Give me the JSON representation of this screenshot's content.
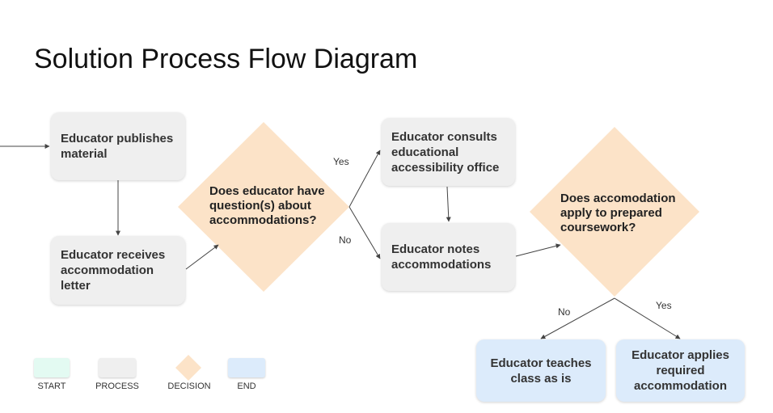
{
  "title": "Solution Process Flow Diagram",
  "nodes": {
    "publish": "Educator publishes material",
    "receives": "Educator receives accommodation letter",
    "decision_questions": "Does educator have question(s) about accommodations?",
    "consults": "Educator consults educational accessibility office",
    "notes": "Educator notes accommodations",
    "decision_apply": "Does accomodation apply to prepared coursework?",
    "teaches": "Educator teaches class as is",
    "applies": "Educator applies required accommodation"
  },
  "edge_labels": {
    "yes_1": "Yes",
    "no_1": "No",
    "no_2": "No",
    "yes_2": "Yes"
  },
  "legend": {
    "start": "START",
    "process": "PROCESS",
    "decision": "DECISION",
    "end": "END"
  },
  "colors": {
    "start": "#e3faf2",
    "process": "#efefef",
    "decision": "#fce3c8",
    "end": "#dcebfb"
  }
}
